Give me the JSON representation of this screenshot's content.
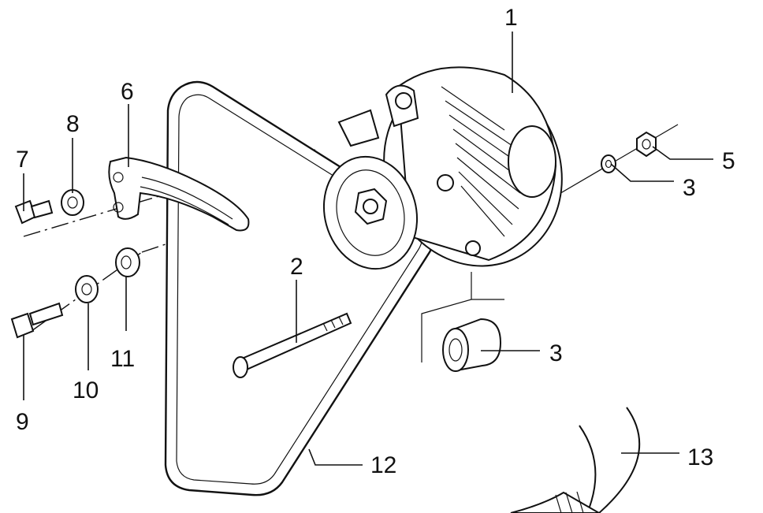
{
  "callouts": [
    {
      "id": "1",
      "label": "1"
    },
    {
      "id": "2",
      "label": "2"
    },
    {
      "id": "3a",
      "label": "3"
    },
    {
      "id": "3b",
      "label": "3"
    },
    {
      "id": "5",
      "label": "5"
    },
    {
      "id": "6",
      "label": "6"
    },
    {
      "id": "7",
      "label": "7"
    },
    {
      "id": "8",
      "label": "8"
    },
    {
      "id": "9",
      "label": "9"
    },
    {
      "id": "10",
      "label": "10"
    },
    {
      "id": "11",
      "label": "11"
    },
    {
      "id": "12",
      "label": "12"
    },
    {
      "id": "13",
      "label": "13"
    }
  ]
}
